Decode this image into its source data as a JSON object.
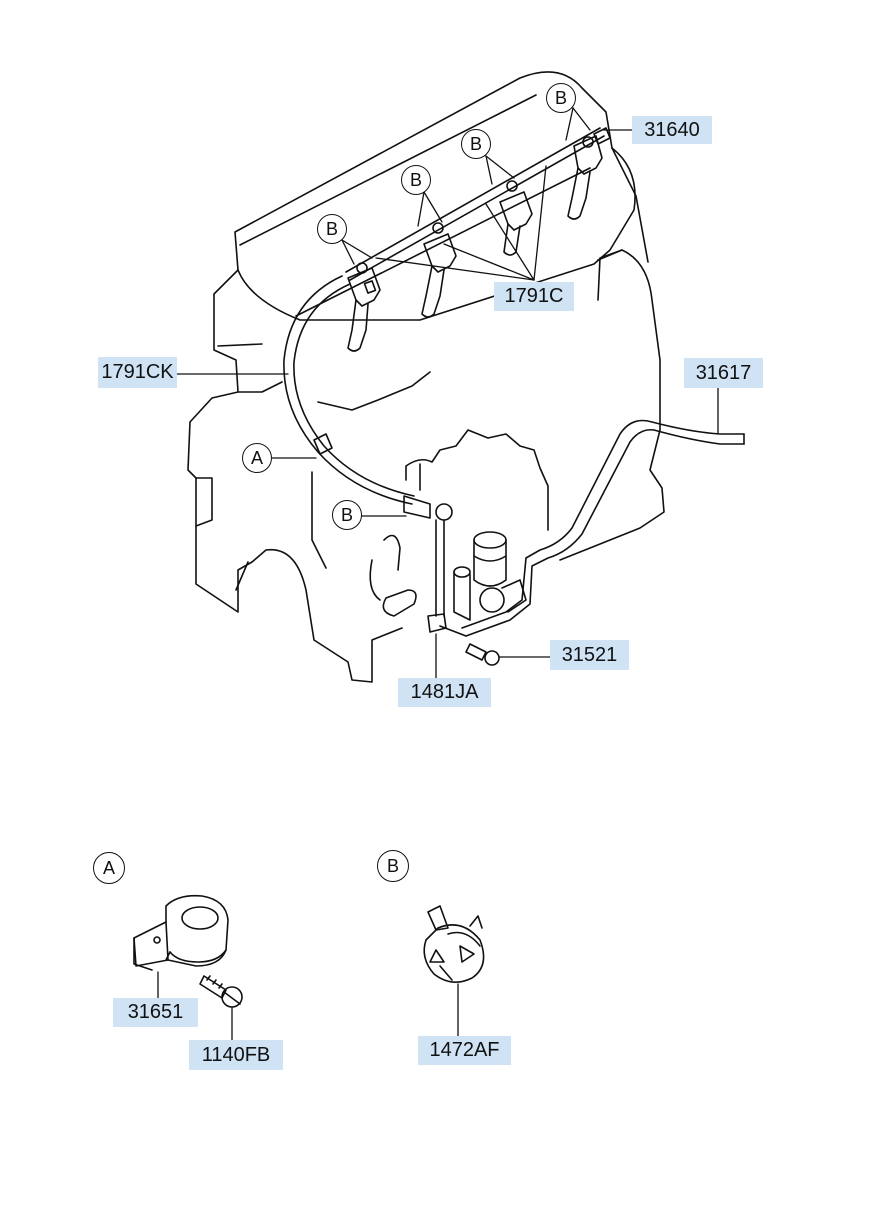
{
  "parts": {
    "p31640": "31640",
    "p1791C": "1791C",
    "p1791CK": "1791CK",
    "p31617": "31617",
    "p31521": "31521",
    "p1481JA": "1481JA",
    "p31651": "31651",
    "p1140FB": "1140FB",
    "p1472AF": "1472AF"
  },
  "callouts": {
    "A": "A",
    "B": "B"
  },
  "colors": {
    "label_bg": "#cfe3f5",
    "line": "#111111"
  }
}
